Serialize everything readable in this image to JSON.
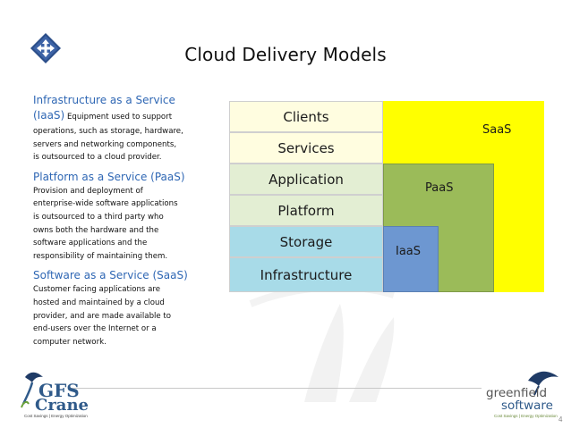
{
  "slide": {
    "title": "Cloud Delivery Models",
    "page_number": "4"
  },
  "models": [
    {
      "heading": "Infrastructure as a Service",
      "heading2": "(IaaS)",
      "body_inline": " Equipment used to support",
      "body": "operations, such as storage, hardware,\nservers and networking components,\nis outsourced to a cloud provider."
    },
    {
      "heading": "Platform as a Service (PaaS)",
      "body": "Provision and deployment of\nenterprise-wide software applications\nis outsourced to a third party who\nowns both the hardware and the\nsoftware applications and the\nresponsibility of maintaining them."
    },
    {
      "heading": "Software as a Service (SaaS)",
      "body": "Customer facing applications are\nhosted and maintained by a cloud\nprovider, and are made available to\nend-users over the Internet or a\ncomputer network."
    }
  ],
  "diagram": {
    "layers": [
      {
        "label": "Clients",
        "color": "#fffde0"
      },
      {
        "label": "Services",
        "color": "#fffde0"
      },
      {
        "label": "Application",
        "color": "#e3eed3"
      },
      {
        "label": "Platform",
        "color": "#e3eed3"
      },
      {
        "label": "Storage",
        "color": "#a8dbe8"
      },
      {
        "label": "Infrastructure",
        "color": "#a8dbe8"
      }
    ],
    "saas_label": "SaaS",
    "paas_label": "PaaS",
    "iaas_label": "IaaS",
    "colors": {
      "saas": "#ffff00",
      "paas": "#9bbb59",
      "iaas": "#6d97d1"
    }
  },
  "logos": {
    "left": {
      "line1": "GFS",
      "line2": "Crane",
      "tagline": "Cost Savings | Energy Optimization"
    },
    "right": {
      "line1": "greenfield",
      "line2": "software",
      "tagline": "Cost Savings | Energy Optimization"
    }
  },
  "icons": {
    "corner": "diamond-arrows-icon",
    "left_logo": "crane-bird-icon",
    "right_logo": "crane-bird-icon"
  }
}
